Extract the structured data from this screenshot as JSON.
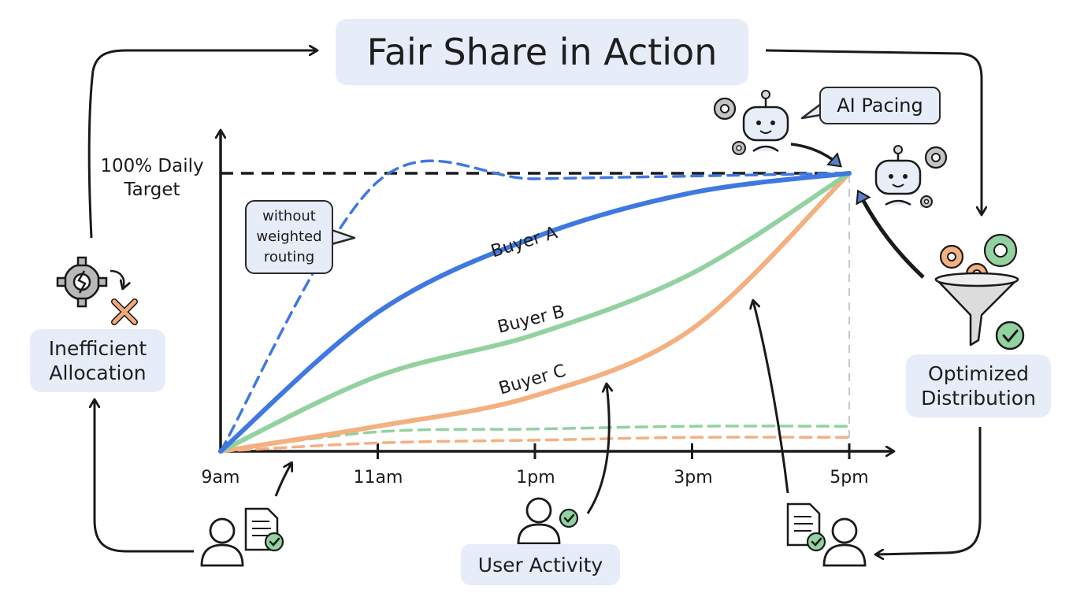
{
  "title": "Fair Share in Action",
  "target_label": "100% Daily Target",
  "without_bubble": "without weighted routing",
  "ai_pacing": "AI Pacing",
  "inefficient": "Inefficient Allocation",
  "optimized": "Optimized Distribution",
  "user_activity": "User Activity",
  "x_ticks": [
    "9am",
    "11am",
    "1pm",
    "3pm",
    "5pm"
  ],
  "chart_data": {
    "type": "line",
    "x": [
      "9am",
      "11am",
      "1pm",
      "3pm",
      "5pm"
    ],
    "ylabel": "",
    "xlabel": "",
    "target": 100,
    "ylim": [
      0,
      100
    ],
    "series": [
      {
        "name": "Buyer A",
        "color": "#3f78e0",
        "style": "solid",
        "values": [
          0,
          50,
          77,
          93,
          100
        ]
      },
      {
        "name": "Buyer B",
        "color": "#92d2a0",
        "style": "solid",
        "values": [
          0,
          27,
          42,
          64,
          100
        ]
      },
      {
        "name": "Buyer C",
        "color": "#f4b080",
        "style": "solid",
        "values": [
          0,
          9,
          20,
          44,
          100
        ]
      },
      {
        "name": "",
        "color": "#3f78e0",
        "style": "dashed",
        "values": [
          0,
          97,
          98,
          99,
          100
        ]
      },
      {
        "name": "",
        "color": "#92d2a0",
        "style": "dashed",
        "values": [
          0,
          7,
          8,
          9,
          9
        ]
      },
      {
        "name": "",
        "color": "#f4b080",
        "style": "dashed",
        "values": [
          0,
          3,
          4,
          5,
          5
        ]
      }
    ]
  },
  "colors": {
    "box": "#e6ecf8",
    "blue": "#3f78e0",
    "green": "#92d2a0",
    "orange": "#f4b080",
    "ink": "#1a1a1a"
  },
  "icons": [
    "gear-broken-icon",
    "x-mark-icon",
    "robot-icon",
    "gear-icon",
    "funnel-icon",
    "check-icon",
    "user-icon",
    "document-icon"
  ]
}
